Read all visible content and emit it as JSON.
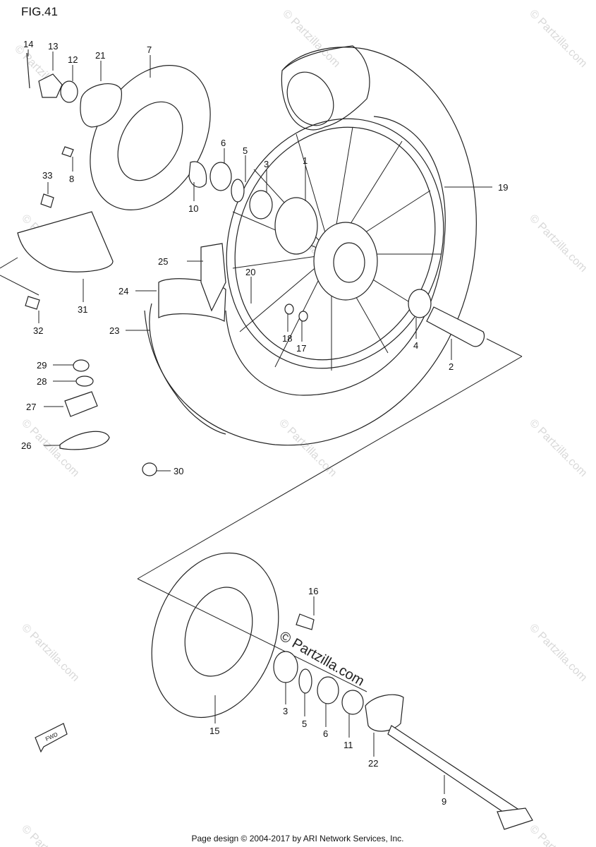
{
  "figure": {
    "title": "FIG.41"
  },
  "footer": {
    "text": "Page design © 2004-2017 by ARI Network Services, Inc."
  },
  "watermark": {
    "text": "© Partzilla.com",
    "center_text": "© Partzilla.com"
  },
  "fwd_label": "FWD",
  "callouts": {
    "p1": "1",
    "p2": "2",
    "p3a": "3",
    "p3b": "3",
    "p4": "4",
    "p5a": "5",
    "p5b": "5",
    "p6a": "6",
    "p6b": "6",
    "p7": "7",
    "p8": "8",
    "p9": "9",
    "p10": "10",
    "p11": "11",
    "p12": "12",
    "p13": "13",
    "p14": "14",
    "p15": "15",
    "p16": "16",
    "p17": "17",
    "p18": "18",
    "p19": "19",
    "p20": "20",
    "p21": "21",
    "p22": "22",
    "p23": "23",
    "p24": "24",
    "p25": "25",
    "p26": "26",
    "p27": "27",
    "p28": "28",
    "p29": "29",
    "p30": "30",
    "p31": "31",
    "p32": "32",
    "p33": "33"
  }
}
